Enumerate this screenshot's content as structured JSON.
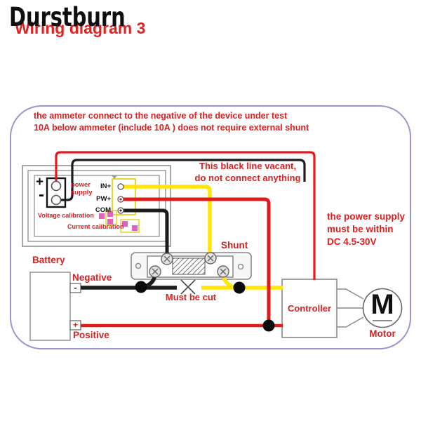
{
  "header": {
    "brand": "Durstburn",
    "title": "Wiring diagram 3"
  },
  "notes": {
    "ammeter_line1": "the ammeter connect to the negative of the device under test",
    "ammeter_line2": "10A below ammeter (include 10A ) does not require external shunt",
    "vacant_line1": "This black line vacant,",
    "vacant_line2": "do not connect anything",
    "power_supply_line1": "the power supply",
    "power_supply_line2": "must be within",
    "power_supply_line3": "DC 4.5-30V",
    "must_be_cut": "Must be cut"
  },
  "meter": {
    "plus": "+",
    "minus": "-",
    "power_supply": "power supply",
    "terminals": [
      "IN+",
      "PW+",
      "COM"
    ],
    "voltage_calibration": "Voltage calibration",
    "current_calibration": "Current calibration"
  },
  "battery": {
    "label": "Battery",
    "negative": "Negative",
    "positive": "Positive",
    "minus_symbol": "-",
    "plus_symbol": "+"
  },
  "shunt": {
    "label": "Shunt"
  },
  "controller": {
    "label": "Controller"
  },
  "motor": {
    "symbol": "M",
    "label": "Motor"
  },
  "colors": {
    "accent_red": "#dd2020",
    "wire_yellow": "#ffe50a",
    "wire_black": "#1c1c1c",
    "frame_border": "#9898d0",
    "calibration_pink": "#e060c4",
    "connector_yellow": "#e0ce00"
  }
}
